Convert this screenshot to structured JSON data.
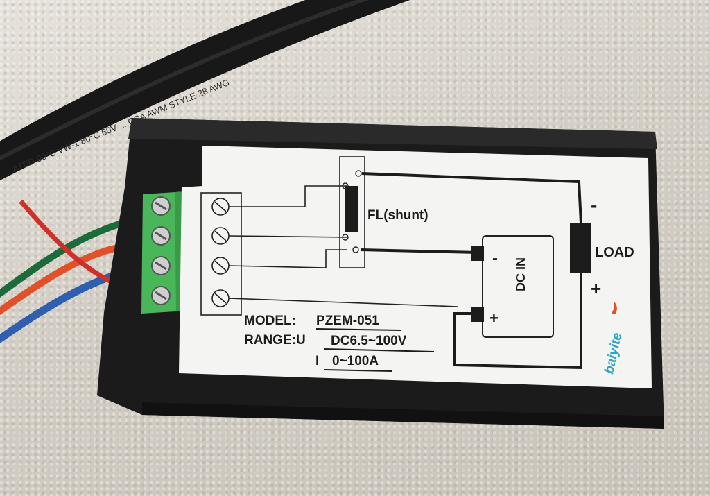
{
  "cable": {
    "printed_text": "ATED 90°C  VW-1  80°C  60V  ...  CSA  AWM  STYLE  28 AWG"
  },
  "label": {
    "shunt_label": "FL(shunt)",
    "load_label": "LOAD",
    "load_minus": "-",
    "load_plus": "+",
    "dc_in_label": "DC IN",
    "dc_in_minus": "-",
    "dc_in_plus": "+",
    "model_key": "MODEL:",
    "model_value": "PZEM-051",
    "range_key": "RANGE:U",
    "range_voltage": "DC6.5~100V",
    "range_current_key": "I",
    "range_current": "0~100A",
    "brand": "baiyite"
  },
  "colors": {
    "housing": "#1b1b1b",
    "label_bg": "#f4f4f2",
    "terminal_block": "#49b65a",
    "wire_red": "#d0302a",
    "wire_green": "#1d6b3a",
    "wire_blue": "#2f5fae",
    "wire_orange_red": "#e0512a",
    "brand": "#2aa6c8"
  }
}
